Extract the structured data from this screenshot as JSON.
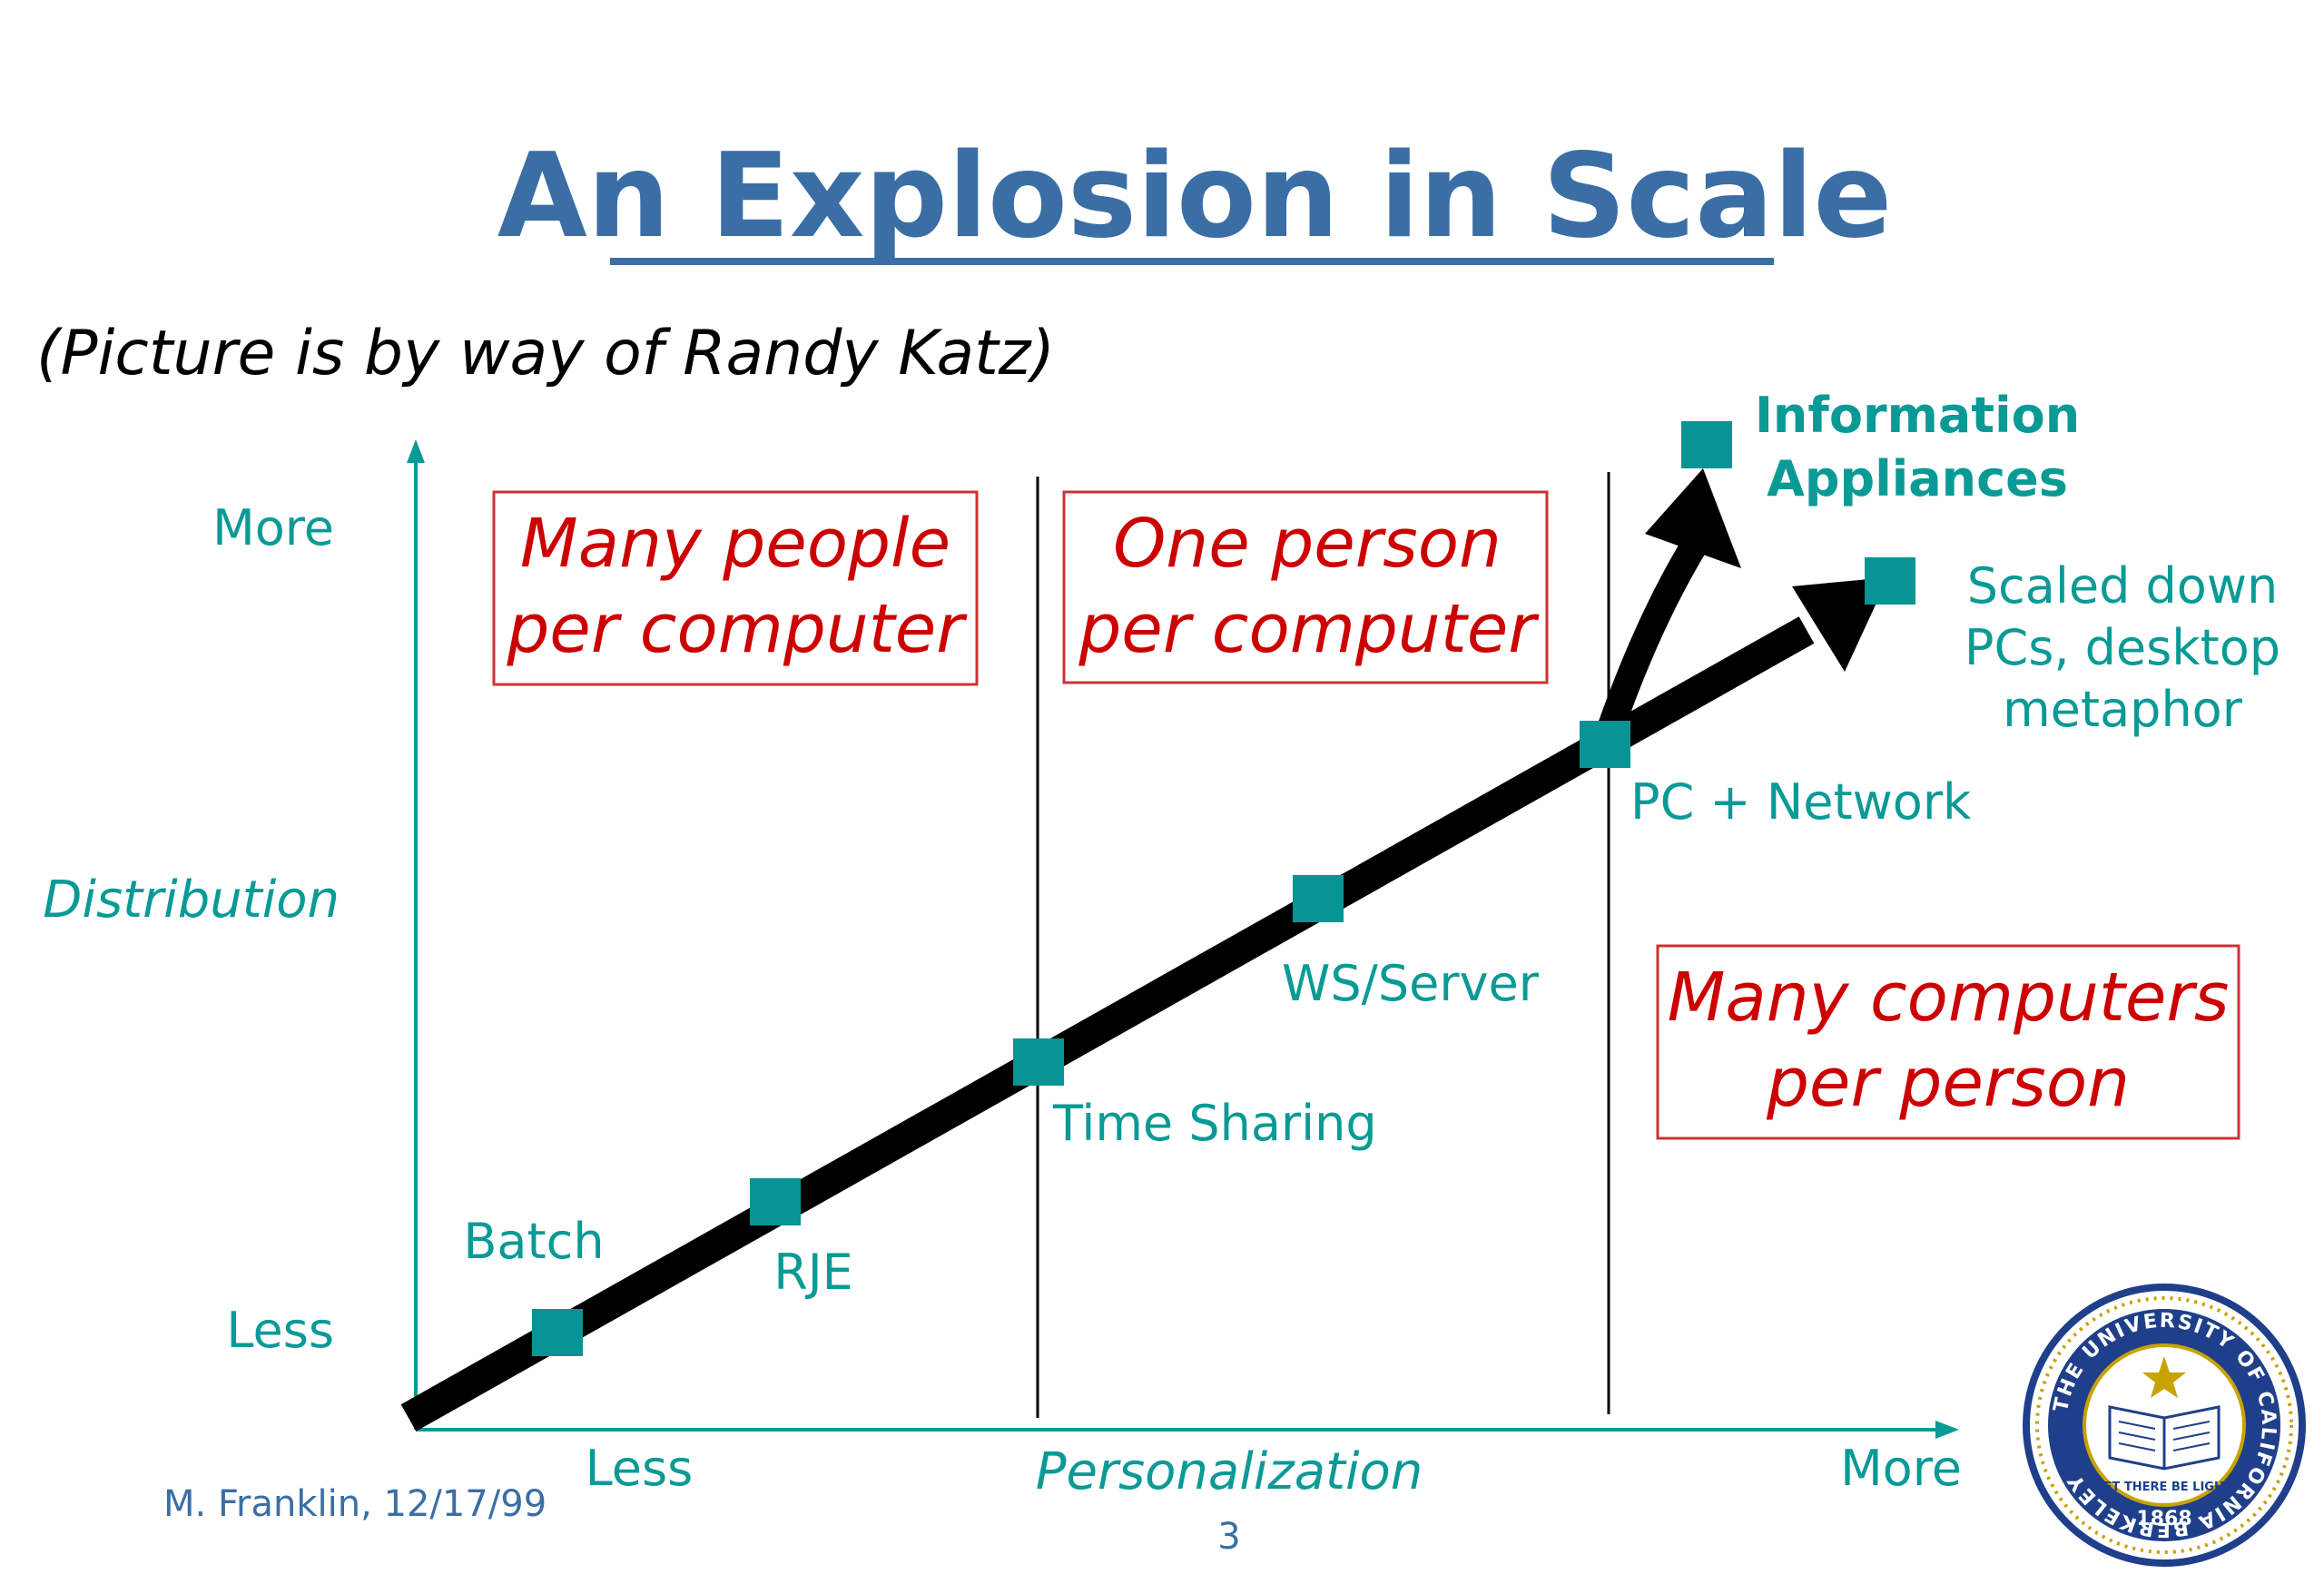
{
  "title": "An Explosion in Scale",
  "subtitle": "(Picture is by way of Randy Katz)",
  "axes": {
    "y_label": "Distribution",
    "y_more": "More",
    "y_less": "Less",
    "x_label": "Personalization",
    "x_less": "Less",
    "x_more": "More"
  },
  "boxes": {
    "many_people": [
      "Many people",
      "per computer"
    ],
    "one_person": [
      "One person",
      "per computer"
    ],
    "many_computers": [
      "Many computers",
      "per person"
    ]
  },
  "stages": {
    "batch": "Batch",
    "rje": "RJE",
    "time_sharing": "Time Sharing",
    "ws_server": "WS/Server",
    "pc_network": "PC + Network",
    "information_appliances": [
      "Information",
      "Appliances"
    ],
    "scaled_down": [
      "Scaled down",
      "PCs, desktop",
      "metaphor"
    ]
  },
  "footer": {
    "author": "M. Franklin, 12/17/99",
    "page": "3"
  },
  "seal": {
    "ring_text": "THE UNIVERSITY OF CALIFORNIA BERKELEY",
    "year": "1868",
    "motto": "LET THERE BE LIGHT"
  },
  "colors": {
    "title": "#3a6ea5",
    "teal": "#0a9a96",
    "marker": "#079494",
    "red_text": "#cc0000",
    "box_border": "#cc3333",
    "arrow": "#000000",
    "footer": "#3a6ea5",
    "seal_blue": "#1f3f8a",
    "seal_gold": "#c8a200"
  }
}
